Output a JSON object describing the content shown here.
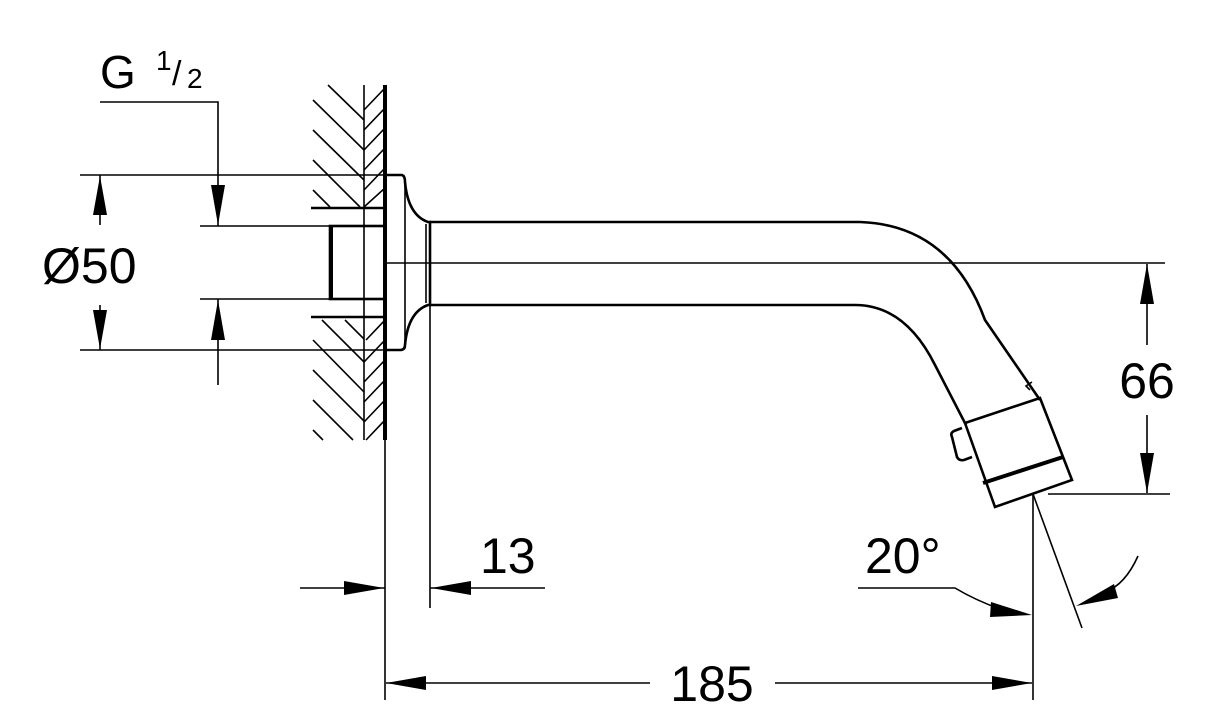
{
  "drawing": {
    "title": "Wall-mounted spout dimension drawing",
    "dimensions": {
      "thread": {
        "main": "G",
        "numerator": "1",
        "slash": "/",
        "denominator": "2"
      },
      "flange_diameter": "Ø50",
      "flange_depth": "13",
      "drop_height": "66",
      "projection": "185",
      "outlet_angle": "20°"
    },
    "colors": {
      "line": "#000000",
      "background": "#ffffff"
    }
  }
}
